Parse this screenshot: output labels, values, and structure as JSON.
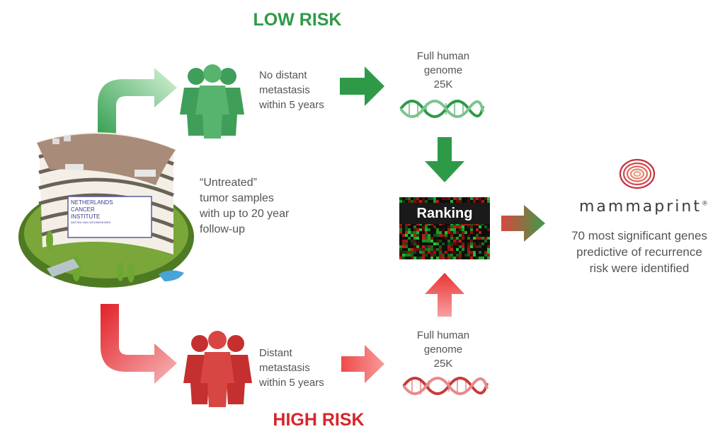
{
  "low_risk": {
    "title": "LOW RISK",
    "description": [
      "No distant",
      "metastasis",
      "within 5 years"
    ],
    "genome": [
      "Full human",
      "genome",
      "25K"
    ]
  },
  "high_risk": {
    "title": "HIGH RISK",
    "description": [
      "Distant",
      "metastasis",
      "within 5 years"
    ],
    "genome": [
      "Full human",
      "genome",
      "25K"
    ]
  },
  "samples": [
    "“Untreated”",
    "tumor samples",
    "with up to 20 year",
    "follow-up"
  ],
  "building": {
    "sign_lines": [
      "NETHERLANDS",
      "CANCER",
      "INSTITUTE"
    ],
    "sign_subline": "ANTONI VAN LEEUWENHOEK"
  },
  "ranking": {
    "label": "Ranking"
  },
  "result": {
    "brand": "mammaprint",
    "brand_mark": "®",
    "text": [
      "70 most significant genes",
      "predictive of recurrence",
      "risk were identified"
    ]
  },
  "colors": {
    "low": "#2e9a48",
    "high": "#d7262b",
    "text": "#555555"
  }
}
